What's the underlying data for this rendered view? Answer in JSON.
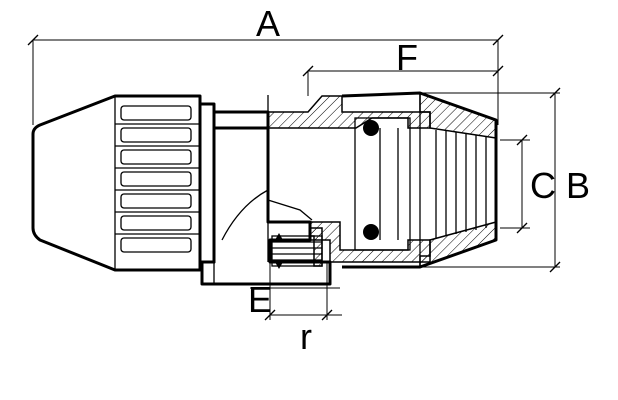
{
  "dimensions": {
    "A": "A",
    "F": "F",
    "C": "C",
    "B": "B",
    "E": "E",
    "r": "r"
  },
  "colors": {
    "line": "#000000",
    "background": "#ffffff"
  }
}
